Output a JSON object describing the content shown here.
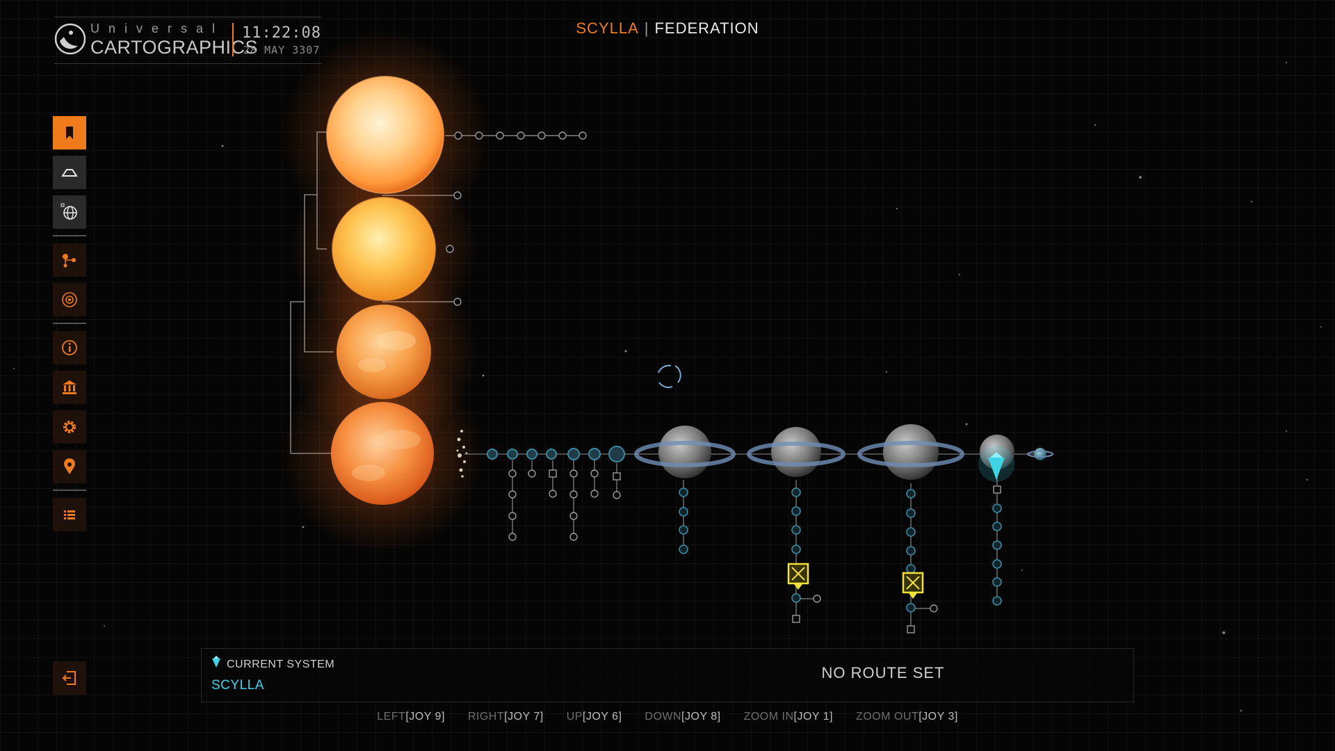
{
  "header": {
    "brand_top": "Universal",
    "brand_bottom": "CARTOGRAPHICS",
    "time": "11:22:08",
    "date": "28 MAY 3307"
  },
  "title": {
    "system": "SCYLLA",
    "separator": "|",
    "faction": "FEDERATION"
  },
  "sidebar": {
    "items": [
      {
        "icon": "bookmark-icon",
        "state": "active"
      },
      {
        "icon": "orrery-icon",
        "state": "selected"
      },
      {
        "icon": "galaxy-globe-icon",
        "state": "selected"
      },
      {
        "icon": "route-icon",
        "state": "normal"
      },
      {
        "icon": "system-map-icon",
        "state": "normal"
      },
      {
        "icon": "info-icon",
        "state": "normal"
      },
      {
        "icon": "faction-building-icon",
        "state": "normal"
      },
      {
        "icon": "settings-gear-icon",
        "state": "normal"
      },
      {
        "icon": "location-pin-icon",
        "state": "normal"
      },
      {
        "icon": "list-icon",
        "state": "normal"
      },
      {
        "icon": "exit-icon",
        "state": "normal"
      }
    ]
  },
  "footer": {
    "current_label": "CURRENT SYSTEM",
    "current_value": "SCYLLA",
    "route_status": "NO ROUTE SET"
  },
  "controls": [
    {
      "action": "LEFT",
      "key": "[JOY 9]"
    },
    {
      "action": "RIGHT",
      "key": "[JOY 7]"
    },
    {
      "action": "UP",
      "key": "[JOY 6]"
    },
    {
      "action": "DOWN",
      "key": "[JOY 8]"
    },
    {
      "action": "ZOOM IN",
      "key": "[JOY 1]"
    },
    {
      "action": "ZOOM OUT",
      "key": "[JOY 3]"
    }
  ],
  "colors": {
    "accent": "#f07b1a",
    "current_system": "#3ed4e6",
    "mission_marker": "#f2e23a"
  }
}
